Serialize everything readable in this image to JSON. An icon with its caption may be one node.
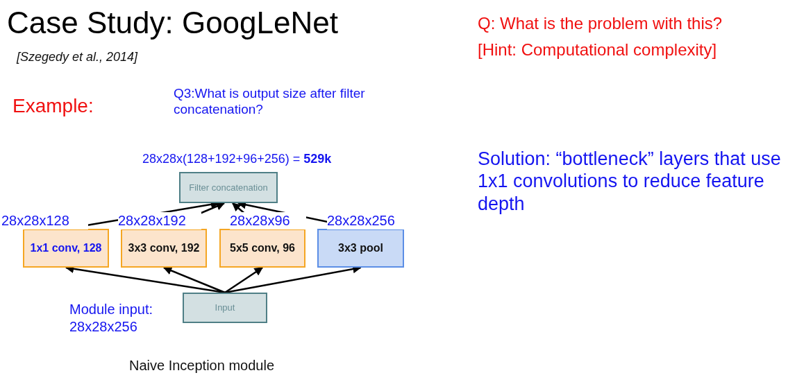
{
  "diagram": {
    "title": "Case Study: GoogLeNet",
    "nodes": [
      {
        "text": [
          "Filter concatenation"
        ],
        "beside": [
          "28x28x(128+192+96+256) = **529k**"
        ]
      },
      {
        "text": [
          "1x1 conv, 128"
        ],
        "beside": [
          "28x28x128"
        ]
      },
      {
        "text": [
          "3x3 conv, 192"
        ],
        "beside": [
          "28x28x192"
        ]
      },
      {
        "text": [
          "5x5 conv, 96"
        ],
        "beside": [
          "28x28x96"
        ]
      },
      {
        "text": [
          "3x3 pool"
        ],
        "beside": [
          "28x28x256"
        ]
      },
      {
        "text": [
          "Input"
        ],
        "beside": [
          "Module input: 28x28x256"
        ]
      }
    ],
    "edges": [
      {
        "from": 5,
        "to": 1,
        "arrow": "to"
      },
      {
        "from": 5,
        "to": 2,
        "arrow": "to"
      },
      {
        "from": 5,
        "to": 3,
        "arrow": "to"
      },
      {
        "from": 5,
        "to": 4,
        "arrow": "to"
      },
      {
        "from": 1,
        "to": 0,
        "arrow": "to"
      },
      {
        "from": 2,
        "to": 0,
        "arrow": "to"
      },
      {
        "from": 3,
        "to": 0,
        "arrow": "to"
      },
      {
        "from": 4,
        "to": 0,
        "arrow": "to"
      }
    ],
    "labels": [
      "[Szegedy et al., 2014]",
      "Q: What is the problem with this?",
      "[Hint: Computational complexity]",
      "Example:",
      "Q3:What is output size after filter concatenation?",
      "Solution: “bottleneck” layers that use 1x1 convolutions to reduce feature depth"
    ],
    "caption": "Naive Inception module"
  }
}
